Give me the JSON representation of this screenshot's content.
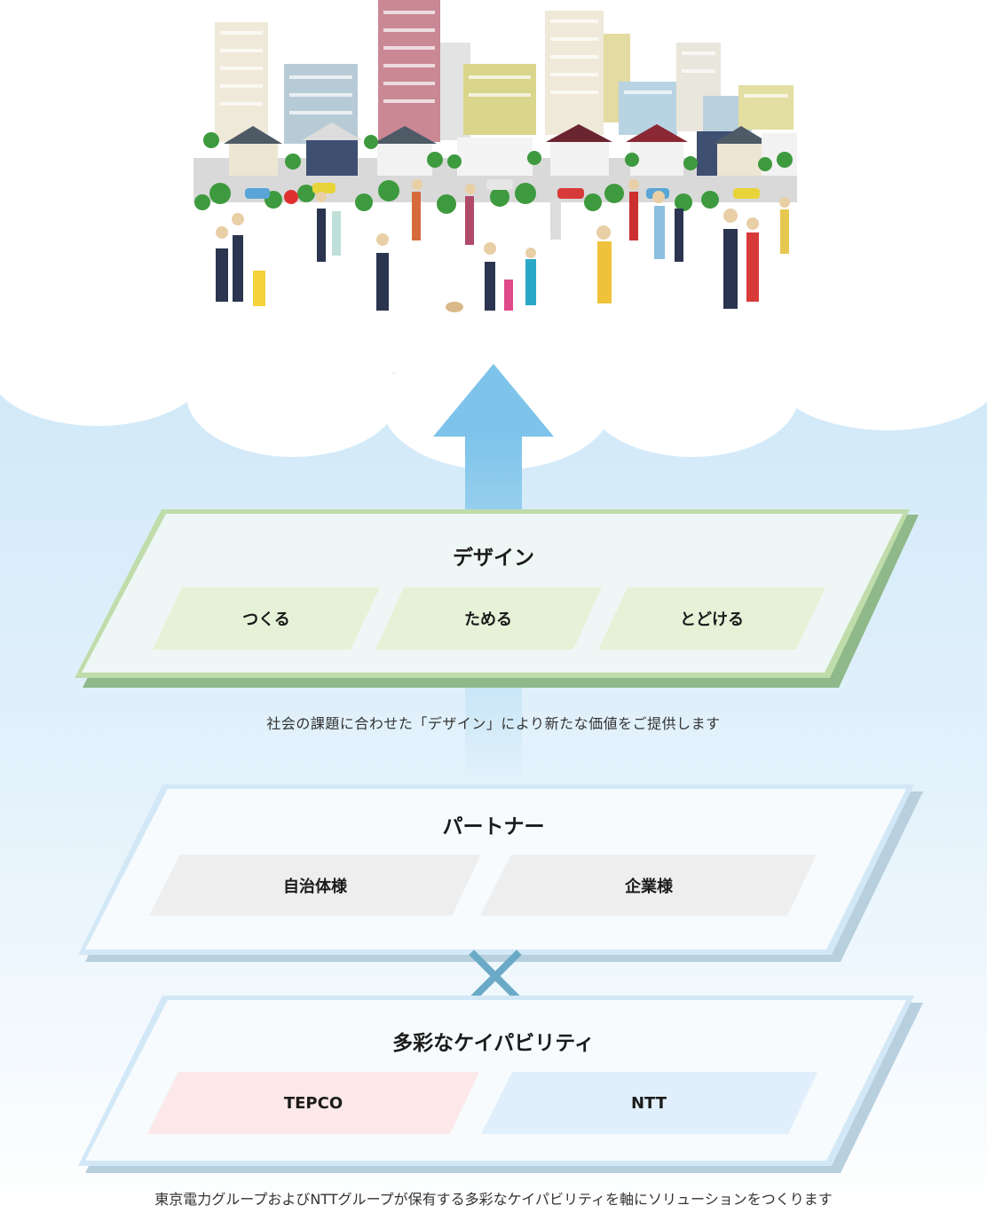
{
  "design": {
    "title": "デザイン",
    "items": [
      "つくる",
      "ためる",
      "とどける"
    ]
  },
  "design_caption": "社会の課題に合わせた「デザイン」により新たな価値をご提供します",
  "partner": {
    "title": "パートナー",
    "items": [
      "自治体様",
      "企業様"
    ]
  },
  "capability": {
    "title": "多彩なケイパビリティ",
    "items": [
      "TEPCO",
      "NTT"
    ]
  },
  "capability_caption": "東京電力グループおよびNTTグループが保有する多彩なケイパビリティを軸にソリューションをつくります",
  "colors": {
    "sky": "#d6ecfa",
    "arrow": "#7cc3ea",
    "design_border": "#bfdcaa",
    "design_shadow": "#8fb98a",
    "design_pill": "#e6f2d8",
    "partner_border": "#cfe6f5",
    "partner_shadow": "#b8cfde",
    "partner_pill": "#eeeeee",
    "tepco_pill": "#fce8e8",
    "ntt_pill": "#e0effb",
    "cross": "#6aaac6"
  },
  "icons": [
    "city-illustration",
    "up-arrow-icon",
    "cross-icon"
  ]
}
